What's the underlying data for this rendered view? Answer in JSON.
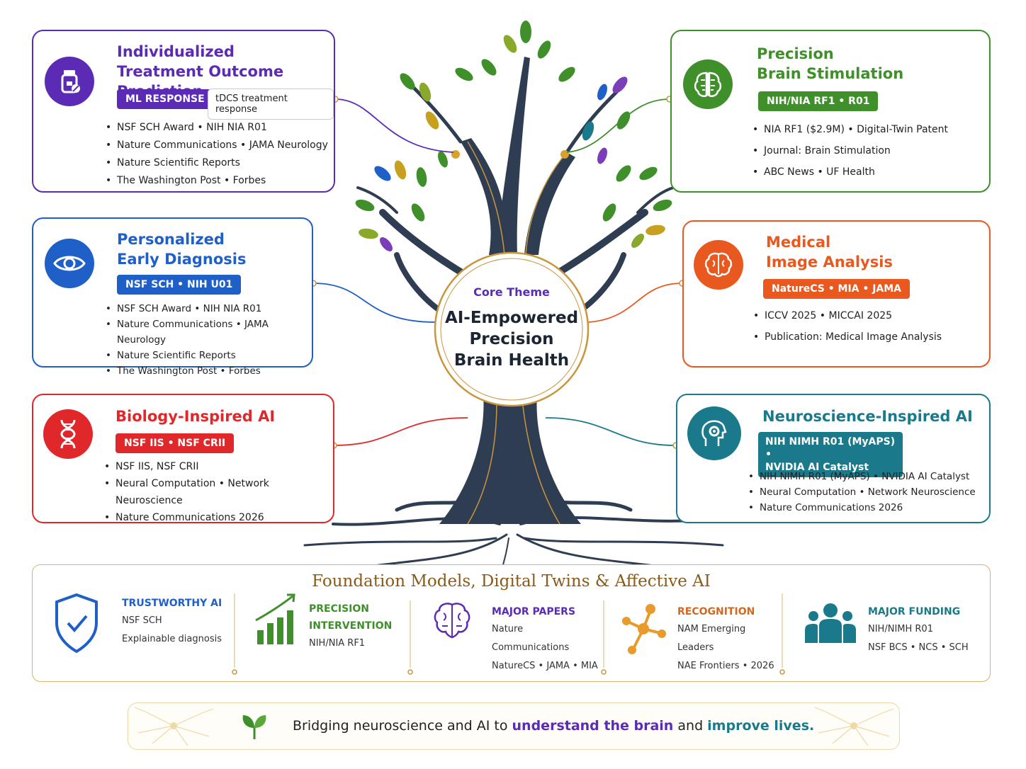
{
  "colors": {
    "purple": "#5b2bb5",
    "green": "#3f8f2a",
    "blue": "#1f5fc8",
    "orange": "#e8581f",
    "red": "#e0282b",
    "teal": "#1a7a8c",
    "gold": "#c8963c",
    "trunk": "#2f3d52"
  },
  "cards": {
    "treatment": {
      "title_l1": "Individualized",
      "title_l2": "Treatment Outcome Prediction",
      "badge": "ML RESPONSE",
      "badge2": "tDCS treatment response",
      "items": [
        "NSF SCH Award  •  NIH NIA R01",
        "Nature Communications  •  JAMA Neurology",
        "Nature Scientific Reports",
        "The Washington Post  •  Forbes"
      ],
      "icon": "medicine-bottle-icon"
    },
    "stimulation": {
      "title_l1": "Precision",
      "title_l2": "Brain Stimulation",
      "badge": "NIH/NIA RF1  •  R01",
      "items": [
        "NIA RF1 ($2.9M)  •  Digital-Twin Patent",
        "Journal: Brain Stimulation",
        "ABC News  •  UF Health"
      ],
      "icon": "brain-circuit-icon"
    },
    "diagnosis": {
      "title_l1": "Personalized",
      "title_l2": "Early Diagnosis",
      "badge": "NSF SCH  •  NIH U01",
      "items": [
        "NSF SCH Award  •  NIH NIA R01",
        "Nature Communications  •  JAMA Neurology",
        "Nature Scientific Reports",
        "The Washington Post  •  Forbes"
      ],
      "icon": "eye-icon"
    },
    "imaging": {
      "title_l1": "Medical",
      "title_l2": "Image Analysis",
      "badge": "NatureCS  •  MIA  •  JAMA",
      "items": [
        "ICCV 2025  •  MICCAI 2025",
        "Publication: Medical Image Analysis"
      ],
      "icon": "brain-icon"
    },
    "biology": {
      "title_l1": "Biology-Inspired AI",
      "badge": "NSF IIS  •  NSF CRII",
      "items": [
        "NSF IIS, NSF CRII",
        "Neural Computation  •  Network Neuroscience",
        "Nature Communications 2026"
      ],
      "icon": "dna-icon"
    },
    "neuro": {
      "title_l1": "Neuroscience-Inspired AI",
      "badge_l1": "NIH NIMH R01 (MyAPS)  •",
      "badge_l2": "NVIDIA AI Catalyst",
      "items": [
        "NIH NIMH R01 (MyAPS)  •  NVIDIA AI Catalyst",
        "Neural Computation  •  Network Neuroscience",
        "Nature Communications 2026"
      ],
      "icon": "head-gear-icon"
    }
  },
  "core": {
    "label": "Core Theme",
    "l1": "AI-Empowered",
    "l2": "Precision",
    "l3": "Brain Health"
  },
  "foundation": {
    "title": "Foundation Models, Digital Twins & Affective AI",
    "sections": [
      {
        "h1": "TRUSTWORTHY AI",
        "h2": "",
        "lines": [
          "NSF SCH",
          "Explainable diagnosis"
        ],
        "icon": "shield-check-icon"
      },
      {
        "h1": "PRECISION",
        "h2": "INTERVENTION",
        "lines": [
          "NIH/NIA RF1"
        ],
        "icon": "bar-chart-growth-icon"
      },
      {
        "h1": "MAJOR PAPERS",
        "h2": "",
        "lines": [
          "Nature Communications",
          "NatureCS  •  JAMA  •  MIA"
        ],
        "icon": "brain-outline-icon"
      },
      {
        "h1": "RECOGNITION",
        "h2": "",
        "lines": [
          "NAM Emerging Leaders",
          "NAE Frontiers  •  2026"
        ],
        "icon": "molecule-icon"
      },
      {
        "h1": "MAJOR FUNDING",
        "h2": "",
        "lines": [
          "NIH/NIMH R01",
          "NSF BCS  •  NCS  •  SCH"
        ],
        "icon": "people-group-icon"
      }
    ]
  },
  "tagline": {
    "pre": "Bridging neuroscience and AI to ",
    "hl1": "understand the brain",
    "mid": " and ",
    "hl2": "improve lives."
  }
}
